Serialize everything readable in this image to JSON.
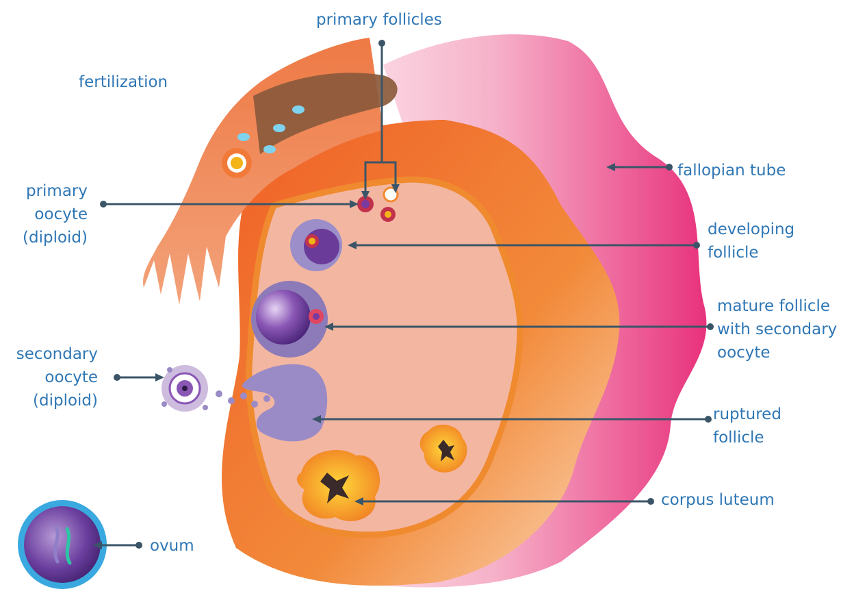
{
  "labels": {
    "primary_follicles": "primary follicles",
    "fertilization": "fertilization",
    "fallopian_tube": "fallopian tube",
    "primary_oocyte": "primary\noocyte\n(diploid)",
    "developing_follicle": "developing\nfollicle",
    "mature_follicle": "mature follicle\nwith secondary\noocyte",
    "secondary_oocyte": "secondary\noocyte\n(diploid)",
    "ruptured_follicle": "ruptured\nfollicle",
    "corpus_luteum": "corpus luteum",
    "ovum": "ovum"
  },
  "colors": {
    "label_text": "#2f77b5",
    "leader_line": "#3b5568",
    "tube_pink": "#e8327c",
    "ovary_orange": "#ef6a2a",
    "ovary_interior": "#f1b29c",
    "follicle_purple": "#8d6db8",
    "corpus_luteum": "#f6a623"
  }
}
